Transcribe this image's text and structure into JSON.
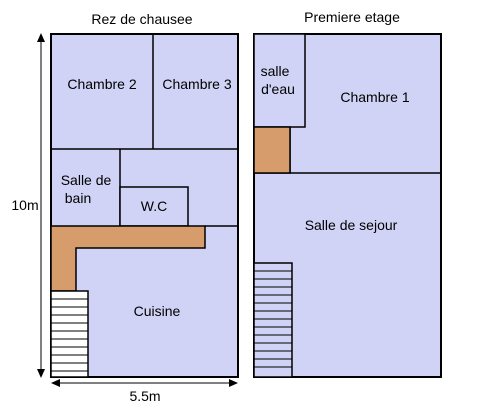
{
  "colors": {
    "room_fill": "#d0d3f5",
    "wall": "#000000",
    "corridor": "#d69c6c",
    "background": "#ffffff"
  },
  "ground_floor": {
    "title": "Rez de chausee",
    "rooms": {
      "chambre2": "Chambre 2",
      "chambre3": "Chambre 3",
      "salle_de_bain_line1": "Salle de",
      "salle_de_bain_line2": "bain",
      "wc": "W.C",
      "cuisine": "Cuisine"
    }
  },
  "first_floor": {
    "title": "Premiere etage",
    "rooms": {
      "salle_deau_line1": "salle",
      "salle_deau_line2": "d'eau",
      "chambre1": "Chambre 1",
      "salle_de_sejour": "Salle de sejour"
    }
  },
  "dimensions": {
    "height": "10m",
    "width": "5.5m"
  }
}
